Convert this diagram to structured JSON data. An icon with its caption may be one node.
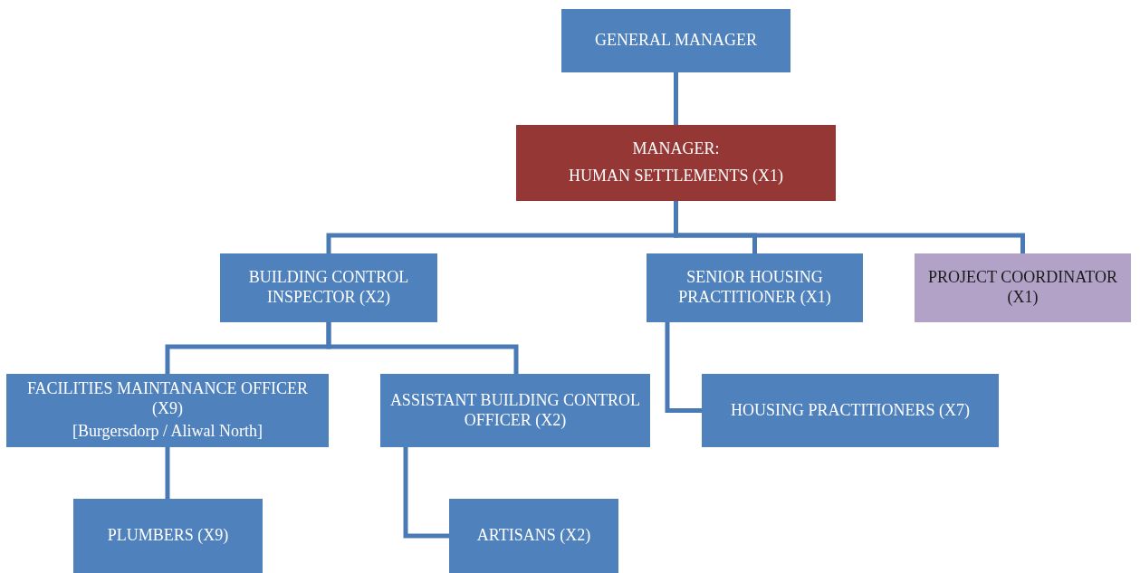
{
  "diagram": {
    "nodes": [
      {
        "text": [
          "GENERAL MANAGER"
        ]
      },
      {
        "text": [
          "MANAGER:",
          "HUMAN SETTLEMENTS (X1)"
        ]
      },
      {
        "text": [
          "BUILDING CONTROL INSPECTOR (X2)"
        ]
      },
      {
        "text": [
          "SENIOR HOUSING PRACTITIONER (X1)"
        ]
      },
      {
        "text": [
          "PROJECT COORDINATOR (X1)"
        ]
      },
      {
        "text": [
          "FACILITIES MAINTANANCE OFFICER (X9)",
          "[Burgersdorp / Aliwal North]"
        ]
      },
      {
        "text": [
          "ASSISTANT BUILDING CONTROL OFFICER (X2)"
        ]
      },
      {
        "text": [
          "HOUSING PRACTITIONERS (X7)"
        ]
      },
      {
        "text": [
          "PLUMBERS (X9)"
        ]
      },
      {
        "text": [
          "ARTISANS (X2)"
        ]
      }
    ],
    "edges": [
      {
        "from": 0,
        "to": 1,
        "arrow": "none"
      },
      {
        "from": 1,
        "to": 2,
        "arrow": "none"
      },
      {
        "from": 1,
        "to": 3,
        "arrow": "none"
      },
      {
        "from": 1,
        "to": 4,
        "arrow": "none"
      },
      {
        "from": 2,
        "to": 5,
        "arrow": "none"
      },
      {
        "from": 2,
        "to": 6,
        "arrow": "none"
      },
      {
        "from": 3,
        "to": 7,
        "arrow": "none"
      },
      {
        "from": 5,
        "to": 8,
        "arrow": "none"
      },
      {
        "from": 6,
        "to": 9,
        "arrow": "none"
      }
    ]
  }
}
